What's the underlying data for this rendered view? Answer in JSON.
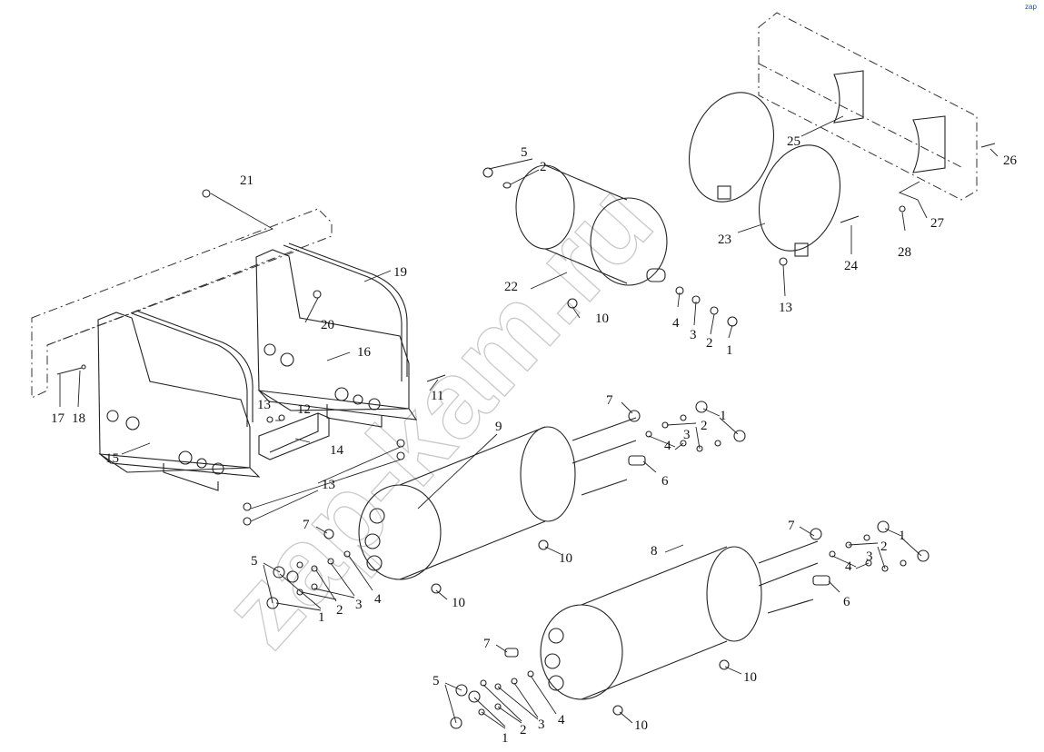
{
  "watermark": "zap-kam.ru",
  "corner_mark": "zap",
  "callouts": {
    "c1a": "1",
    "c1b": "1",
    "c1c": "1",
    "c1d": "1",
    "c1e": "1",
    "c2a": "2",
    "c2b": "2",
    "c2c": "2",
    "c2d": "2",
    "c2e": "2",
    "c2f": "2",
    "c3a": "3",
    "c3b": "3",
    "c3c": "3",
    "c3d": "3",
    "c3e": "3",
    "c4a": "4",
    "c4b": "4",
    "c4c": "4",
    "c4d": "4",
    "c4e": "4",
    "c5a": "5",
    "c5b": "5",
    "c5c": "5",
    "c6a": "6",
    "c6b": "6",
    "c7a": "7",
    "c7b": "7",
    "c7c": "7",
    "c7d": "7",
    "c8": "8",
    "c9": "9",
    "c10a": "10",
    "c10b": "10",
    "c10c": "10",
    "c10d": "10",
    "c10e": "10",
    "c11": "11",
    "c12": "12",
    "c13a": "13",
    "c13b": "13",
    "c13c": "13",
    "c14": "14",
    "c15": "15",
    "c16": "16",
    "c17": "17",
    "c18": "18",
    "c19": "19",
    "c20": "20",
    "c21": "21",
    "c22": "22",
    "c23": "23",
    "c24": "24",
    "c25": "25",
    "c26": "26",
    "c27": "27",
    "c28": "28"
  }
}
